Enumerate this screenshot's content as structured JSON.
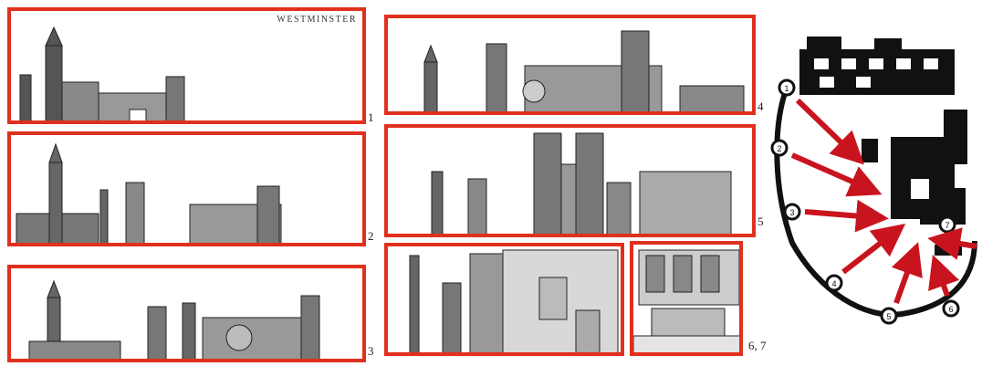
{
  "header": {
    "title": "WESTMINSTER"
  },
  "panels": [
    {
      "id": "1",
      "label": "1"
    },
    {
      "id": "2",
      "label": "2"
    },
    {
      "id": "3",
      "label": "3"
    },
    {
      "id": "4",
      "label": "4"
    },
    {
      "id": "5",
      "label": "5"
    },
    {
      "id": "67",
      "label": "6, 7"
    }
  ],
  "plan": {
    "viewpoints": [
      "1",
      "2",
      "3",
      "4",
      "5",
      "6",
      "7"
    ]
  },
  "colors": {
    "frame": "#e0301e",
    "ink": "#1a1a1a",
    "arrow": "#c8141e"
  }
}
